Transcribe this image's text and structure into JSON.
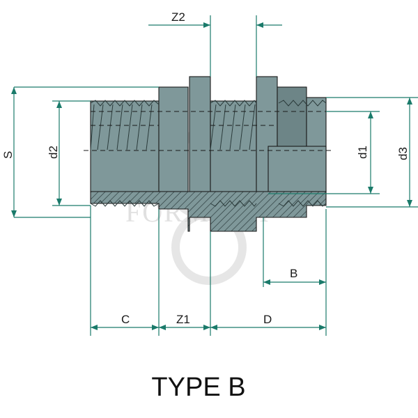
{
  "title": "TYPE B",
  "watermark": "FORMECH",
  "dimensions": {
    "z2": "Z2",
    "s": "S",
    "d2": "d2",
    "d1": "d1",
    "d3": "d3",
    "b": "B",
    "c": "C",
    "z1": "Z1",
    "d": "D"
  },
  "colors": {
    "dimension_line": "#1a7a6a",
    "body_fill": "#7f989a",
    "section_hatch": "#5e7475"
  }
}
